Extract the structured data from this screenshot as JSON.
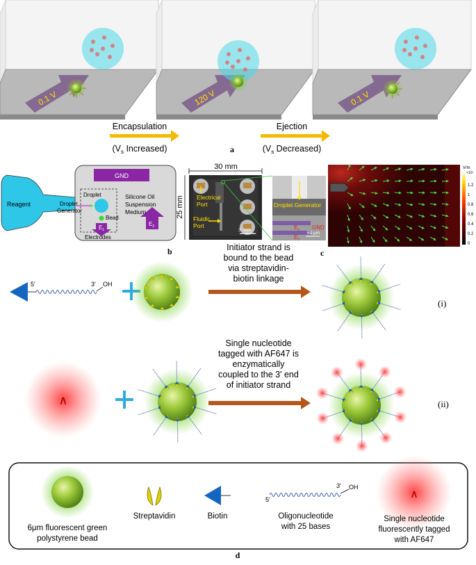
{
  "panel_a": {
    "label": "a",
    "boxes": [
      {
        "voltage": "0.1 V"
      },
      {
        "voltage": "120 V"
      },
      {
        "voltage": "0.1 V"
      }
    ],
    "encapsulation": {
      "title": "Encapsulation",
      "sub_pre": "(V",
      "sub_sub": "s",
      "sub_post": " Increased)"
    },
    "ejection": {
      "title": "Ejection",
      "sub_pre": "(V",
      "sub_sub": "s",
      "sub_post": " Decreased)"
    }
  },
  "panel_b": {
    "label": "b",
    "gnd": "GND",
    "reagent": "Reagent",
    "droplet_generator_1": "Droplet",
    "droplet_generator_2": "Generator",
    "droplet": "Droplet",
    "bead": "Bead",
    "e1": "E",
    "e1_sub": "1",
    "e2": "E",
    "e2_sub": "2",
    "medium_1": "Silicone Oil",
    "medium_2": "Suspension",
    "medium_3": "Medium",
    "electrodes": "Electrodes"
  },
  "panel_photo": {
    "width_label": "30 mm",
    "height_label": "25 mm",
    "electrical_port_1": "Electrical",
    "electrical_port_2": "Port",
    "fluidic_port_1": "Fluidic",
    "fluidic_port_2": "Port",
    "scale": "3 mm",
    "zoom_generator": "Droplet Generator",
    "zoom_e1": "E",
    "zoom_e1_sub": "1",
    "zoom_e2": "E",
    "zoom_e2_sub": "2",
    "zoom_gnd": "GND",
    "zoom_scale": "60 μm"
  },
  "panel_c": {
    "label": "c",
    "unit": "V/m",
    "unit_exp": "×10⁷",
    "ticks": [
      "1.2",
      "1",
      "0.8",
      "0.6",
      "0.4",
      "0.2",
      "0"
    ]
  },
  "panel_d": {
    "label": "d",
    "oligo_5": "5'",
    "oligo_3": "3'",
    "oligo_oh": "OH",
    "row1_text": [
      "Initiator strand is",
      "bound to the bead",
      "via streptavidin-",
      "biotin linkage"
    ],
    "row1_tag": "(i)",
    "row2_text": [
      "Single nucleotide",
      "tagged with AF647 is",
      "enzymatically",
      "coupled to the 3' end",
      "of initiator strand"
    ],
    "row2_tag": "(ii)",
    "nucleotide_glyph": "∧",
    "legend": {
      "bead": [
        "6μm fluorescent green",
        "polystyrene bead"
      ],
      "streptavidin": "Streptavidin",
      "biotin": "Biotin",
      "oligo": [
        "Oligonucleotide",
        "with 25 bases"
      ],
      "oligo_5": "5'",
      "oligo_3": "3'",
      "oligo_oh": "OH",
      "nucleotide": [
        "Single nucleotide",
        "fluorescently tagged",
        "with AF647"
      ],
      "nucleotide_glyph": "∧"
    },
    "colors": {
      "biotin": "#1565c0",
      "arrow": "#b5561a",
      "plus": "#2fa9e0",
      "bead": "#8fc23a",
      "af647": "#ff5a5a",
      "gnd": "#8b27a5",
      "droplet": "#2ec7e8"
    }
  }
}
